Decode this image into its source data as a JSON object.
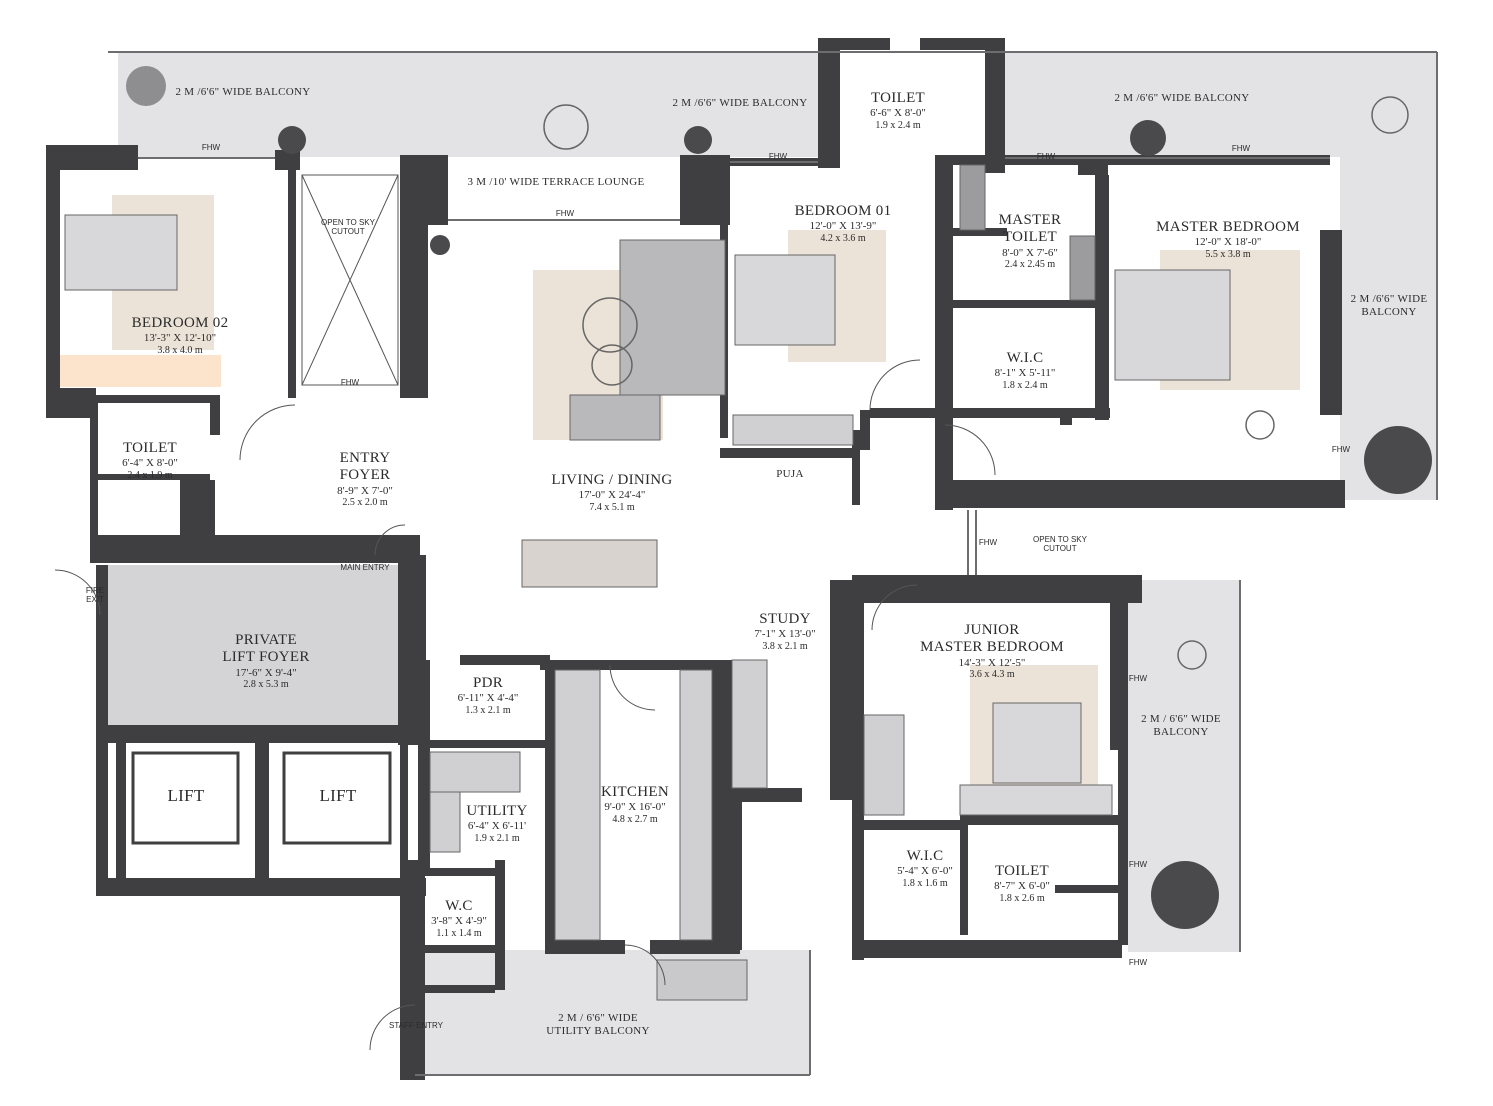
{
  "colors": {
    "wall": "#3f3f41",
    "balcony": "#e3e3e5",
    "lift_foyer": "#d4d4d6",
    "rug": "#ece3d8",
    "highlight": "#fbe3cc",
    "furniture": "#bdbdbf"
  },
  "rooms": {
    "bedroom02": {
      "name": "BEDROOM 02",
      "ft": "13'-3\" X 12'-10\"",
      "m": "3.8 x 4.0 m"
    },
    "toilet_b2": {
      "name": "TOILET",
      "ft": "6'-4\" X 8'-0\"",
      "m": "2.4 x 1.9 m"
    },
    "entry_foyer": {
      "name1": "ENTRY",
      "name2": "FOYER",
      "ft": "8'-9\" X 7'-0\"",
      "m": "2.5 x 2.0 m"
    },
    "living": {
      "name": "LIVING / DINING",
      "ft": "17'-0\" X 24'-4\"",
      "m": "7.4 x 5.1 m"
    },
    "bedroom01": {
      "name": "BEDROOM 01",
      "ft": "12'-0\" X 13'-9\"",
      "m": "4.2 x 3.6 m"
    },
    "toilet_top": {
      "name": "TOILET",
      "ft": "6'-6\" X 8'-0\"",
      "m": "1.9 x 2.4 m"
    },
    "master_toilet": {
      "name1": "MASTER",
      "name2": "TOILET",
      "ft": "8'-0\" X 7'-6\"",
      "m": "2.4 x 2.45 m"
    },
    "master_bedroom": {
      "name": "MASTER BEDROOM",
      "ft": "12'-0\" X 18'-0\"",
      "m": "5.5 x 3.8 m"
    },
    "wic_master": {
      "name": "W.I.C",
      "ft": "8'-1\" X 5'-11\"",
      "m": "1.8 x 2.4 m"
    },
    "puja": {
      "name": "PUJA"
    },
    "lift_foyer": {
      "name1": "PRIVATE",
      "name2": "LIFT FOYER",
      "ft": "17'-6\" X 9'-4\"",
      "m": "2.8 x 5.3 m"
    },
    "lift1": {
      "name": "LIFT"
    },
    "lift2": {
      "name": "LIFT"
    },
    "pdr": {
      "name": "PDR",
      "ft": "6'-11\" X 4'-4\"",
      "m": "1.3 x 2.1 m"
    },
    "utility": {
      "name": "UTILITY",
      "ft": "6'-4\" X 6'-11'",
      "m": "1.9 x 2.1 m"
    },
    "wc": {
      "name": "W.C",
      "ft": "3'-8\" X 4'-9\"",
      "m": "1.1 x 1.4 m"
    },
    "kitchen": {
      "name": "KITCHEN",
      "ft": "9'-0\" X 16'-0\"",
      "m": "4.8 x 2.7 m"
    },
    "study": {
      "name": "STUDY",
      "ft": "7'-1\" X 13'-0\"",
      "m": "3.8 x 2.1 m"
    },
    "junior_master": {
      "name1": "JUNIOR",
      "name2": "MASTER BEDROOM",
      "ft": "14'-3\" X 12'-5\"",
      "m": "3.6 x 4.3 m"
    },
    "wic_junior": {
      "name": "W.I.C",
      "ft": "5'-4\" X 6'-0\"",
      "m": "1.8 x 1.6 m"
    },
    "toilet_junior": {
      "name": "TOILET",
      "ft": "8'-7\" X 6'-0\"",
      "m": "1.8 x 2.6 m"
    }
  },
  "balconies": {
    "top_left": "2 M /6'6\" WIDE BALCONY",
    "top_mid": "2 M /6'6\" WIDE BALCONY",
    "top_right": "2 M /6'6\" WIDE BALCONY",
    "right_1": "2 M /6'6\" WIDE",
    "right_2": "BALCONY",
    "junior_1": "2 M / 6'6\" WIDE",
    "junior_2": "BALCONY",
    "utility_1": "2 M / 6'6\" WIDE",
    "utility_2": "UTILITY BALCONY",
    "terrace": "3 M /10' WIDE TERRACE LOUNGE"
  },
  "tags": {
    "open_sky_1": "OPEN TO SKY",
    "open_sky_1b": "CUTOUT",
    "open_sky_2": "OPEN TO SKY",
    "open_sky_2b": "CUTOUT",
    "fhw": "FHW",
    "main_entry": "MAIN ENTRY",
    "fire_exit_1": "FIRE",
    "fire_exit_2": "EXIT",
    "staff_entry": "STAFF ENTRY"
  }
}
